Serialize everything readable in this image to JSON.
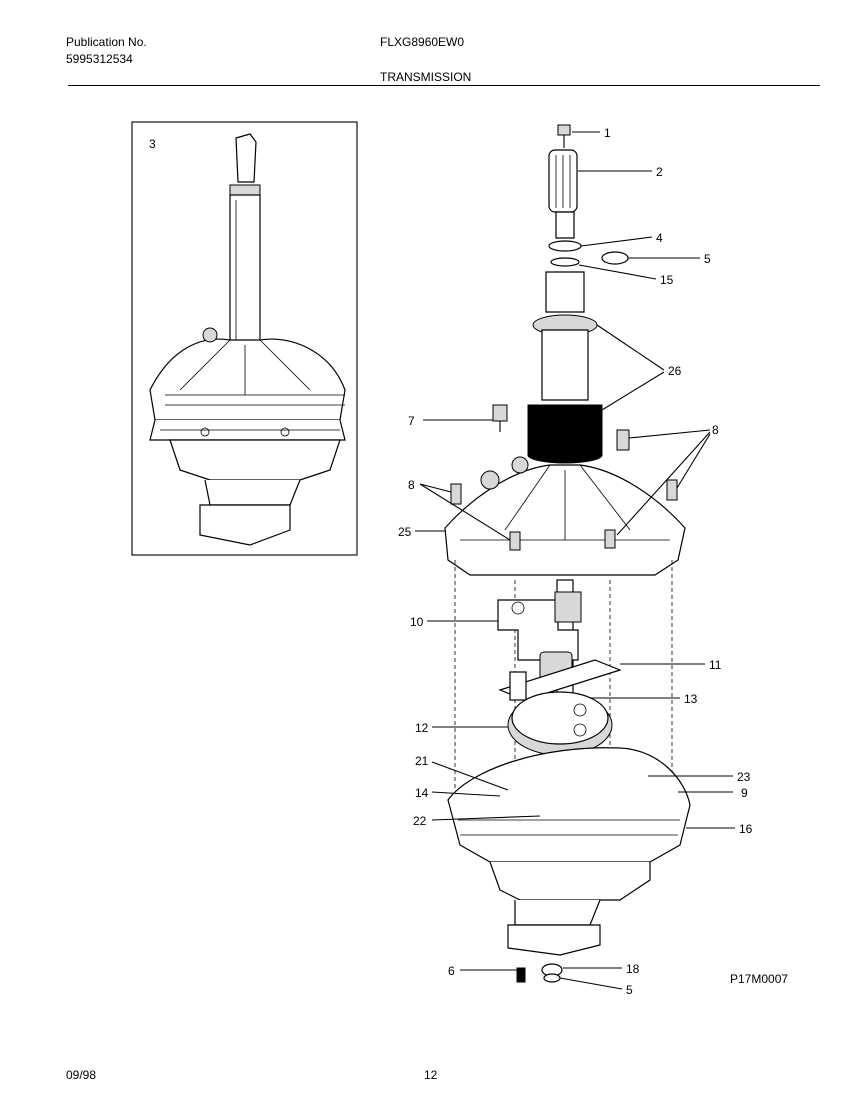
{
  "header": {
    "publication_label": "Publication No.",
    "publication_number": "5995312534",
    "model": "FLXG8960EW0",
    "section_title": "TRANSMISSION"
  },
  "footer": {
    "date": "09/98",
    "page_number": "12",
    "diagram_code": "P17M0007"
  },
  "inset": {
    "label": "3"
  },
  "callouts": [
    "1",
    "2",
    "4",
    "5",
    "15",
    "26",
    "7",
    "8",
    "8",
    "25",
    "10",
    "11",
    "13",
    "12",
    "21",
    "14",
    "22",
    "23",
    "9",
    "16",
    "6",
    "18",
    "5"
  ]
}
